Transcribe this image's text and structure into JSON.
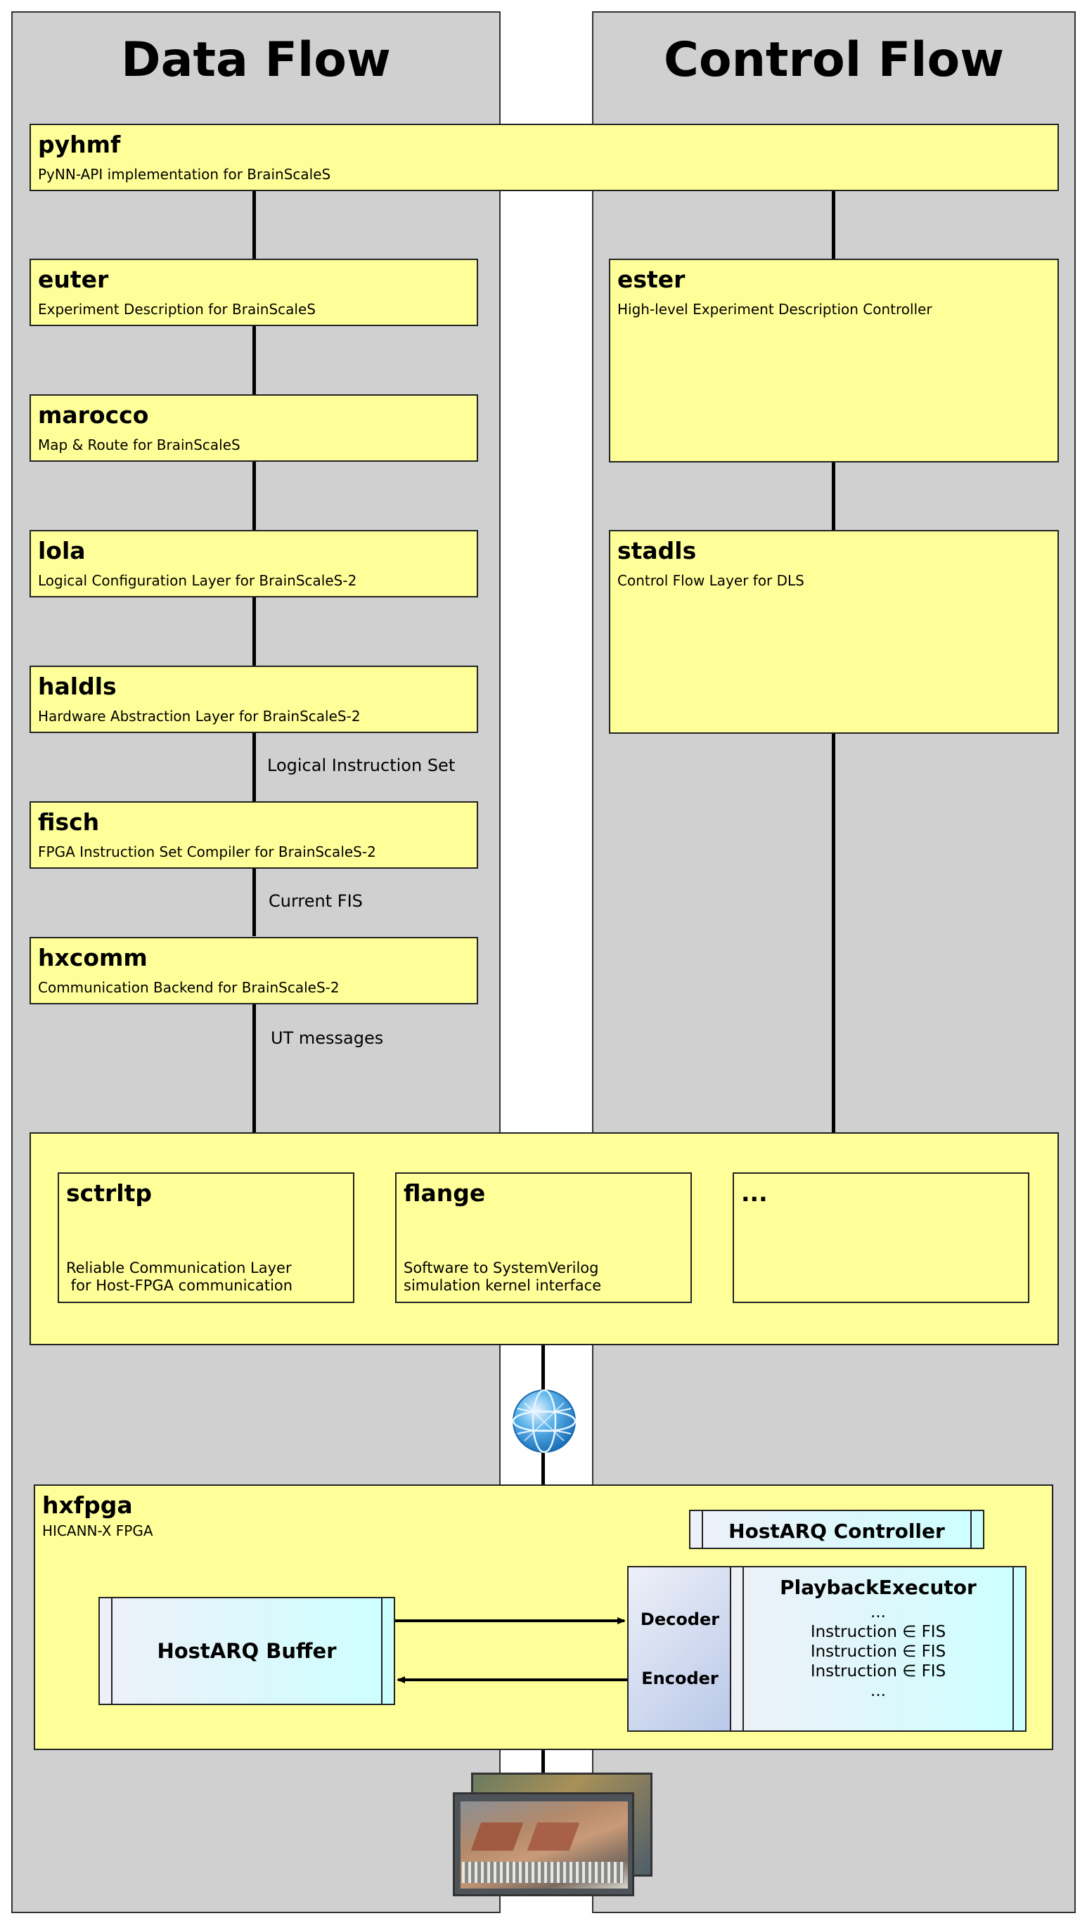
{
  "columns": {
    "data_flow": "Data Flow",
    "control_flow": "Control Flow"
  },
  "boxes": {
    "pyhmf": {
      "name": "pyhmf",
      "desc": "PyNN-API implementation for BrainScaleS"
    },
    "euter": {
      "name": "euter",
      "desc": "Experiment Description for BrainScaleS"
    },
    "marocco": {
      "name": "marocco",
      "desc": "Map & Route for BrainScaleS"
    },
    "lola": {
      "name": "lola",
      "desc": "Logical Configuration Layer for BrainScaleS-2"
    },
    "haldls": {
      "name": "haldls",
      "desc": "Hardware Abstraction Layer for BrainScaleS-2"
    },
    "fisch": {
      "name": "fisch",
      "desc": "FPGA Instruction Set Compiler for BrainScaleS-2"
    },
    "hxcomm": {
      "name": "hxcomm",
      "desc": "Communication Backend for BrainScaleS-2"
    },
    "ester": {
      "name": "ester",
      "desc": "High-level Experiment Description Controller"
    },
    "stadls": {
      "name": "stadls",
      "desc": "Control Flow Layer for DLS"
    }
  },
  "connector_labels": {
    "logical_instruction_set": "Logical Instruction Set",
    "current_fis": "Current FIS",
    "ut_messages": "UT messages"
  },
  "backends": {
    "sctrltp": {
      "name": "sctrltp",
      "desc": "Reliable Communication Layer\n for Host-FPGA communication"
    },
    "flange": {
      "name": "flange",
      "desc": "Software to SystemVerilog\nsimulation kernel interface"
    },
    "more": {
      "name": "..."
    }
  },
  "hxfpga": {
    "name": "hxfpga",
    "desc": "HICANN-X FPGA",
    "hostarq_controller": "HostARQ Controller",
    "hostarq_buffer": "HostARQ Buffer",
    "decoder": "Decoder",
    "encoder": "Encoder",
    "playback_executor": {
      "title": "PlaybackExecutor",
      "lines": [
        "...",
        "Instruction ∈ FIS",
        "Instruction ∈ FIS",
        "Instruction ∈ FIS",
        "..."
      ]
    }
  },
  "icons": {
    "network": "globe-icon",
    "hardware": "chip-wafer-photo"
  }
}
